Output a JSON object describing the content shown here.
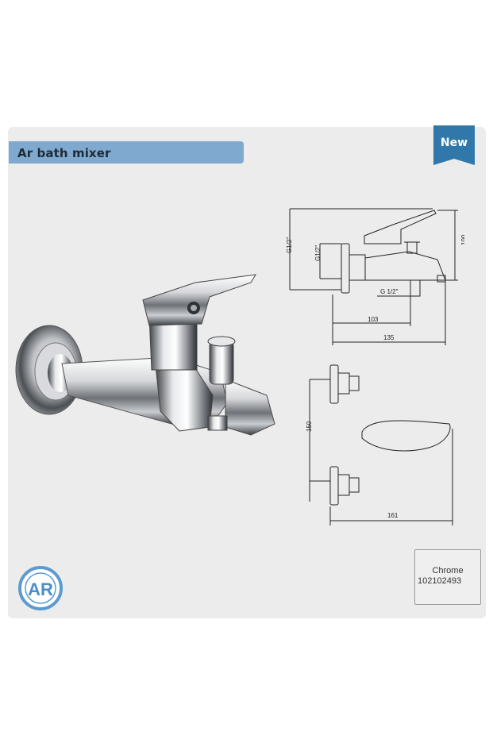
{
  "product": {
    "title": "Ar bath mixer",
    "badge": "New",
    "finish": "Chrome",
    "code": "102102493"
  },
  "drawing": {
    "side_labels": {
      "inlet_main": "G1/2\"",
      "inlet_secondary": "G1/2\"",
      "outlet": "G 1/2\"",
      "height": "100",
      "offset": "103",
      "depth": "135"
    },
    "top_labels": {
      "spacing": "150",
      "width": "161"
    }
  },
  "brand": {
    "logo_text": "AR"
  }
}
